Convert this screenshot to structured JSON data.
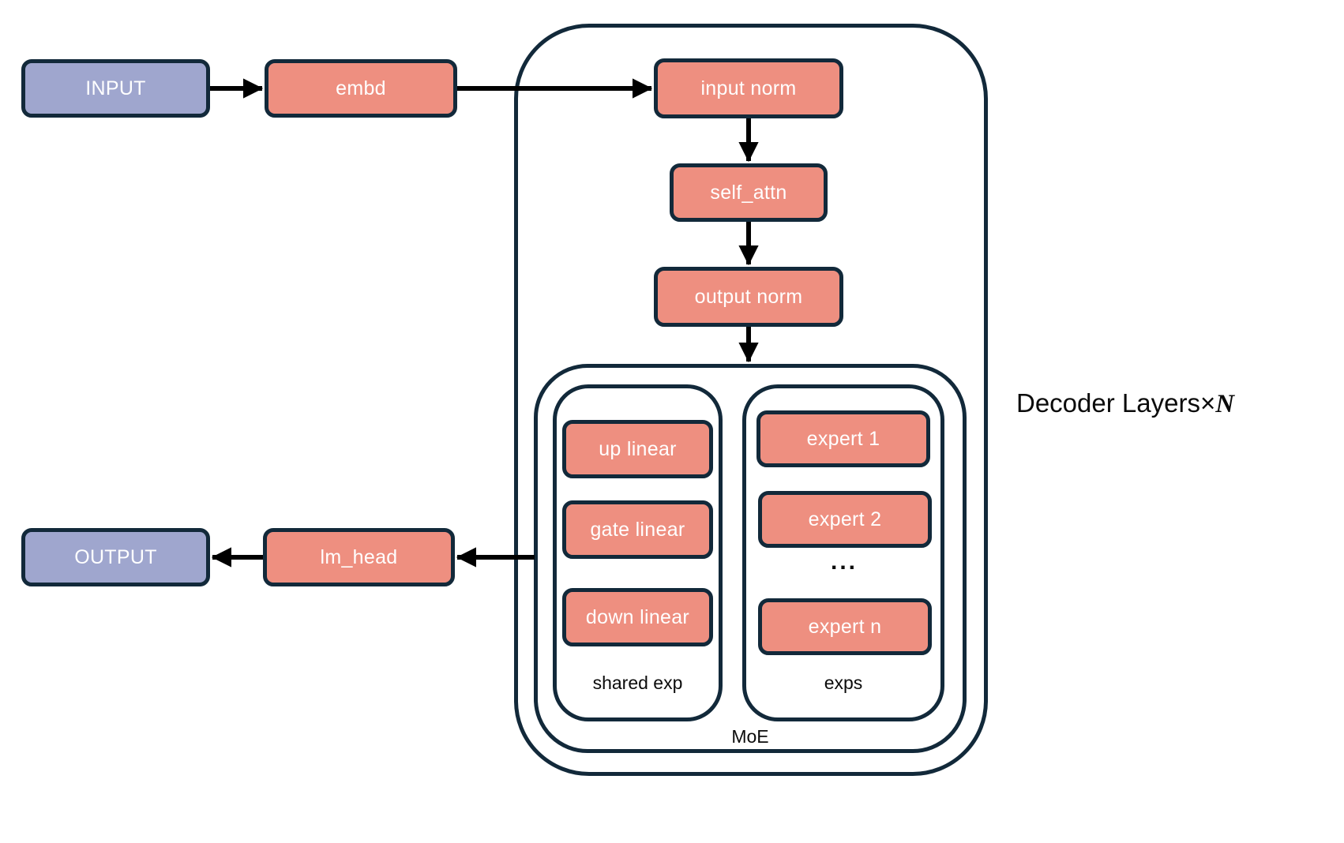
{
  "colors": {
    "module_fill": "#ee8f80",
    "io_fill": "#9fa6ce",
    "frame_border": "#12293a",
    "arrow": "#000000",
    "box_text": "#ffffff",
    "label_text": "#0b0b0b"
  },
  "nodes": {
    "input": "INPUT",
    "embd": "embd",
    "input_norm": "input norm",
    "self_attn": "self_attn",
    "output_norm": "output norm",
    "up_linear": "up linear",
    "gate_linear": "gate linear",
    "down_linear": "down linear",
    "expert_1": "expert 1",
    "expert_2": "expert 2",
    "experts_ellipsis": "...",
    "expert_n": "expert n",
    "lm_head": "lm_head",
    "output": "OUTPUT"
  },
  "labels": {
    "shared_exp": "shared exp",
    "exps": "exps",
    "moe": "MoE",
    "decoder_layers_prefix": "Decoder Layers×",
    "decoder_layers_n": "N"
  }
}
